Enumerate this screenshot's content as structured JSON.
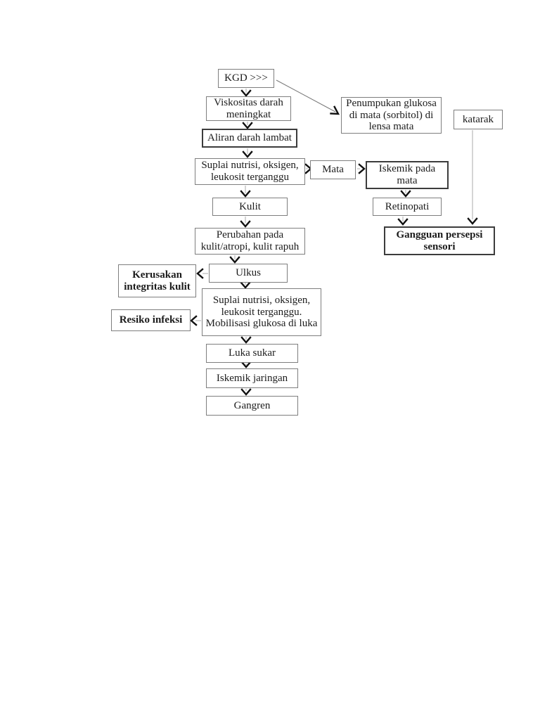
{
  "diagram": {
    "title": "Pathway KGD flowchart",
    "colors": {
      "background": "#ffffff",
      "box_border": "#7e7e7e",
      "box_border_dark": "#3c3c3c",
      "text": "#1b1b1b",
      "connector_line": "#b9b9b9",
      "arrowhead": "#111111"
    },
    "nodes": {
      "kgd": {
        "label": "KGD >>>"
      },
      "viskositas": {
        "label": "Viskositas darah meningkat"
      },
      "aliran": {
        "label": "Aliran darah lambat"
      },
      "suplai1": {
        "label": "Suplai nutrisi, oksigen, leukosit terganggu"
      },
      "mata": {
        "label": "Mata"
      },
      "penumpukan": {
        "label": "Penumpukan glukosa di mata (sorbitol) di lensa mata"
      },
      "katarak": {
        "label": "katarak"
      },
      "iskemikmata": {
        "label": "Iskemik pada mata"
      },
      "retinopati": {
        "label": "Retinopati"
      },
      "gangguan": {
        "label": "Gangguan persepsi sensori"
      },
      "kulit": {
        "label": "Kulit"
      },
      "perubahan": {
        "label": "Perubahan pada kulit/atropi, kulit rapuh"
      },
      "kerusakan": {
        "label": "Kerusakan integritas kulit"
      },
      "ulkus": {
        "label": "Ulkus"
      },
      "suplai2": {
        "label": "Suplai nutrisi, oksigen, leukosit terganggu. Mobilisasi glukosa di luka"
      },
      "resiko": {
        "label": "Resiko infeksi"
      },
      "luka": {
        "label": "Luka sukar"
      },
      "iskemikjar": {
        "label": "Iskemik jaringan"
      },
      "gangren": {
        "label": "Gangren"
      }
    }
  }
}
